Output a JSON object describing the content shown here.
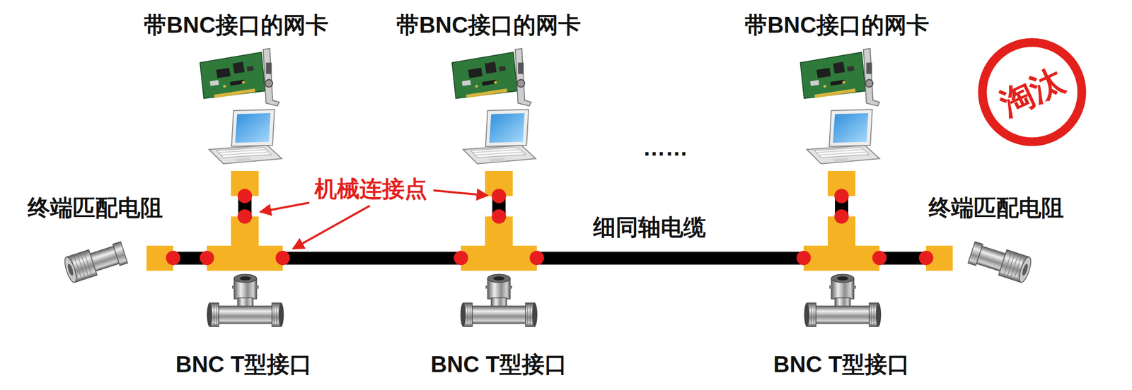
{
  "diagram": {
    "nodes": [
      {
        "text": [
          "淘汰"
        ]
      }
    ],
    "labels": [
      "带BNC接口的网卡",
      "带BNC接口的网卡",
      "带BNC接口的网卡",
      "……",
      "机械连接点",
      "终端匹配电阻",
      "细同轴电缆",
      "终端匹配电阻",
      "BNC T型接口",
      "BNC T型接口",
      "BNC T型接口"
    ]
  }
}
